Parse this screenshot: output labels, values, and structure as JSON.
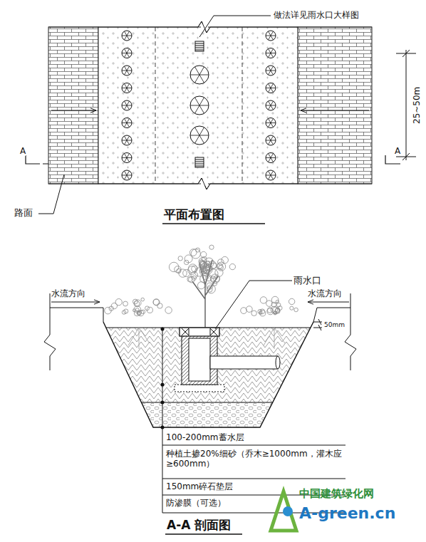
{
  "diagram": {
    "labels": [
      "做法详见雨水口大样图",
      "25~50m",
      "A",
      "A",
      "路面",
      "平面布置图",
      "雨水口",
      "水流方向",
      "水流方向",
      "50mm",
      "100-200mm蓄水层",
      "种植土掺20%细砂（乔木≥1000mm，灌木应≥600mm）",
      "150mm碎石垫层",
      "防渗膜（可选）",
      "A-A 剖面图",
      "中国建筑绿化网",
      "A-green.cn"
    ]
  }
}
